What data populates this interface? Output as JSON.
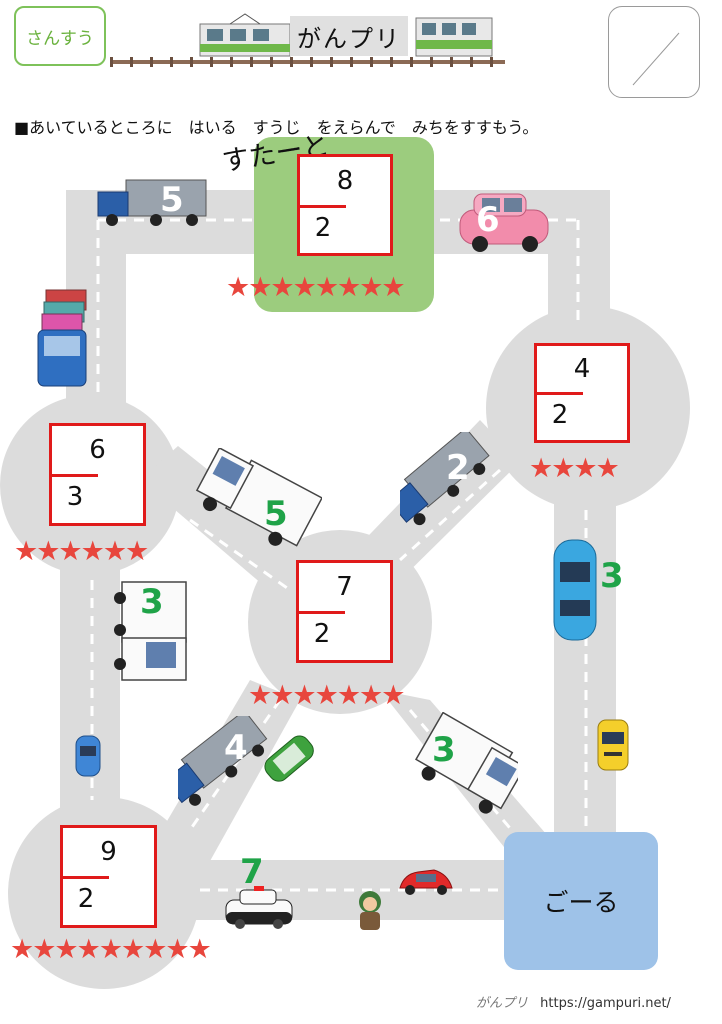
{
  "header": {
    "subject": "さんすう",
    "title": "がんプリ"
  },
  "instruction": "■あいているところに　はいる　すうじ　をえらんで　みちをすすもう。",
  "start_label": "すたーと",
  "goal_label": "ごーる",
  "footer": {
    "logo_text": "がんプリ",
    "url": "https://gampuri.net/"
  },
  "colors": {
    "road": "#dcdcdc",
    "start_zone": "#9ccc7e",
    "goal_zone": "#9ec2e8",
    "box_border": "#e01a1a",
    "star": "#e8463d",
    "badge_border": "#7ec25a"
  },
  "puzzles": [
    {
      "id": "start",
      "total": "8",
      "part": "2",
      "answer": "",
      "stars": "★★★★★★★★"
    },
    {
      "id": "right-top",
      "total": "4",
      "part": "2",
      "answer": "",
      "stars": "★★★★"
    },
    {
      "id": "left",
      "total": "6",
      "part": "3",
      "answer": "",
      "stars": "★★★★★★"
    },
    {
      "id": "center",
      "total": "7",
      "part": "2",
      "answer": "",
      "stars": "★★★★★★★"
    },
    {
      "id": "bottom-left",
      "total": "9",
      "part": "2",
      "answer": "",
      "stars": "★★★★★★★★★"
    }
  ],
  "vehicles": [
    {
      "name": "top-left-truck",
      "number": "5",
      "icon": "truck-icon"
    },
    {
      "name": "top-right-car",
      "number": "6",
      "icon": "car-icon"
    },
    {
      "name": "left-diag-truck",
      "number": "5",
      "icon": "truck-icon"
    },
    {
      "name": "right-diag-truck",
      "number": "2",
      "icon": "truck-icon"
    },
    {
      "name": "right-vertical-car",
      "number": "3",
      "icon": "car-icon"
    },
    {
      "name": "left-vertical-truck",
      "number": "3",
      "icon": "truck-icon"
    },
    {
      "name": "lower-left-truck",
      "number": "4",
      "icon": "truck-icon"
    },
    {
      "name": "lower-right-truck",
      "number": "3",
      "icon": "truck-icon"
    },
    {
      "name": "police-car",
      "number": "7",
      "icon": "police-car-icon"
    }
  ]
}
